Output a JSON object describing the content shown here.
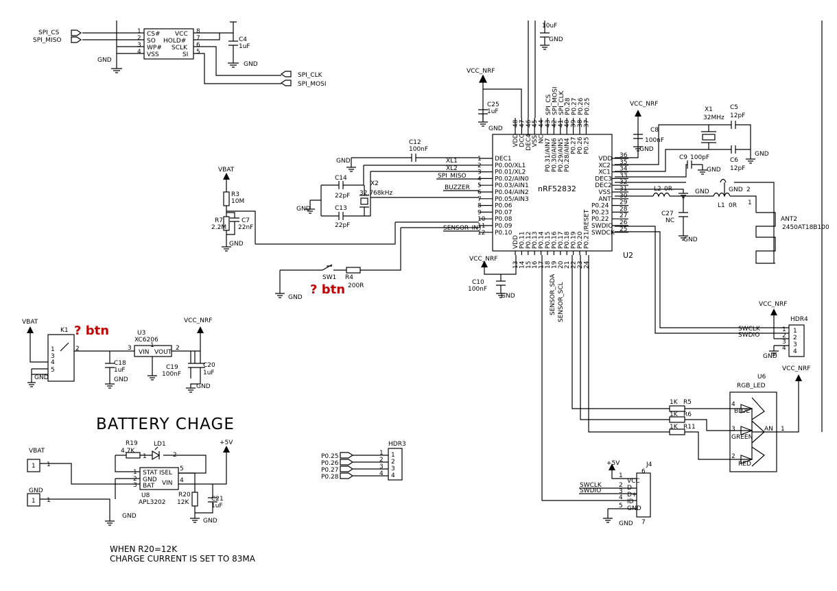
{
  "flash": {
    "pins_left": [
      "CS#",
      "SO",
      "WP#",
      "VSS"
    ],
    "pins_right": [
      "VCC",
      "HOLD#",
      "SCLK",
      "SI"
    ],
    "nums_left": [
      "1",
      "2",
      "3",
      "4"
    ],
    "nums_right": [
      "8",
      "7",
      "6",
      "5"
    ],
    "net_cs": "SPI_CS",
    "net_miso": "SPI_MISO",
    "net_clk": "SPI_CLK",
    "net_mosi": "SPI_MOSI",
    "gnd": "GND",
    "c4": "C4",
    "c4_val": "1uF"
  },
  "top_cap": {
    "val": "10uF",
    "gnd": "GND"
  },
  "mcu": {
    "name": "nRF52832",
    "ref": "U2",
    "left_pins": [
      "DEC1",
      "P0.00/XL1",
      "P0.01/XL2",
      "P0.02/AIN0",
      "P0.03/AIN1",
      "P0.04/AIN2",
      "P0.05/AIN3",
      "P0.06",
      "P0.07",
      "P0.08",
      "P0.09",
      "P0.10"
    ],
    "left_nums": [
      "1",
      "2",
      "3",
      "4",
      "5",
      "6",
      "7",
      "8",
      "9",
      "10",
      "11",
      "12"
    ],
    "right_pins": [
      "VDD",
      "XC2",
      "XC1",
      "DEC3",
      "DEC2",
      "VSS",
      "ANT",
      "P0.24",
      "P0.23",
      "P0.22",
      "SWDIO",
      "SWDCK"
    ],
    "right_nums": [
      "36",
      "35",
      "34",
      "33",
      "32",
      "31",
      "30",
      "29",
      "28",
      "27",
      "26",
      "25"
    ],
    "top_pins": [
      "VDD",
      "DCC",
      "DEC4",
      "VSS",
      "NC",
      "P0.31/AIN7",
      "P0.30/AIN6",
      "P0.29/AIN5",
      "P0.28/AIN4",
      "P0.27",
      "P0.26",
      "P0.25"
    ],
    "top_nums": [
      "48",
      "47",
      "46",
      "45",
      "44",
      "43",
      "42",
      "41",
      "40",
      "39",
      "38",
      "37"
    ],
    "top_nets": [
      "SPI_CS",
      "SPI_MOSI",
      "SPI_CLK",
      "P0.28",
      "P0.27",
      "P0.26",
      "P0.25"
    ],
    "bottom_pins": [
      "VDD",
      "P0.11",
      "P0.12",
      "P0.13",
      "P0.14",
      "P0.15",
      "P0.16",
      "P0.17",
      "P0.18",
      "P0.19",
      "P0.20",
      "P0.21/RESET"
    ],
    "bottom_nums": [
      "13",
      "14",
      "15",
      "16",
      "17",
      "18",
      "19",
      "20",
      "21",
      "22",
      "23",
      "24"
    ],
    "bottom_nets": [
      "SENSOR_SDA",
      "SENSOR_SCL"
    ],
    "left_nets": [
      "XL1",
      "XL2",
      "SPI_MISO",
      "BUZZER",
      "SENSOR_INT"
    ]
  },
  "vcc_nrf": "VCC_NRF",
  "vbat": "VBAT",
  "gnd": "GND",
  "caps": {
    "c25": "C25",
    "c25_val": "1uF",
    "c12": "C12",
    "c12_val": "100nF",
    "c14": "C14",
    "c14_val": "22pF",
    "c13": "C13",
    "c13_val": "22pF",
    "c7": "C7",
    "c7_val": "22nF",
    "c10": "C10",
    "c10_val": "100nF",
    "c8": "C8",
    "c8_val": "100nF",
    "c9": "C9",
    "c9_val": "100pF",
    "c5": "C5",
    "c5_val": "12pF",
    "c6": "C6",
    "c6_val": "12pF",
    "c27": "C27",
    "c27_val": "NC",
    "c18": "C18",
    "c18_val": "1uF",
    "c19": "C19",
    "c19_val": "100nF",
    "c20": "C20",
    "c20_val": "1uF",
    "c21": "C21",
    "c21_val": "1uF"
  },
  "crystals": {
    "x1": "X1",
    "x1_val": "32MHz",
    "x2": "X2",
    "x2_val": "32.768kHz"
  },
  "resistors": {
    "r3": "R3",
    "r3_val": "10M",
    "r7": "R7",
    "r7_val": "2.2M",
    "r4": "R4",
    "r4_val": "200R",
    "r5": "R5",
    "r5_val": "1K",
    "r6": "R6",
    "r6_val": "1K",
    "r11": "R11",
    "r11_val": "1K",
    "r19": "R19",
    "r19_val": "4.7K",
    "r20": "R20",
    "r20_val": "12K"
  },
  "inductors": {
    "l2": "L2",
    "l2_val": "0R",
    "l1": "L1",
    "l1_val": "0R"
  },
  "antenna": {
    "ref": "ANT2",
    "part": "2450AT18B100",
    "pin1": "1",
    "pin2": "2"
  },
  "button": {
    "ref": "SW1",
    "note": "? btn"
  },
  "k1": {
    "ref": "K1",
    "note": "? btn",
    "pins": [
      "1",
      "2",
      "3",
      "4",
      "5"
    ]
  },
  "reg": {
    "ref": "U3",
    "part": "XC6206",
    "vin": "VIN",
    "vout": "VOUT",
    "pin3": "3",
    "pin2": "2",
    "pin1": "1"
  },
  "hdr4": {
    "ref": "HDR4",
    "nets": [
      "SWCLK",
      "SWDIO"
    ],
    "nums": [
      "1",
      "2",
      "3",
      "4"
    ]
  },
  "led": {
    "ref": "U6",
    "part": "RGB_LED",
    "colors": [
      "BLUE",
      "GREEN",
      "RED"
    ],
    "an": "AN",
    "nums": [
      "4",
      "3",
      "2",
      "1"
    ]
  },
  "j4": {
    "ref": "J4",
    "pins": [
      "VCC",
      "D-",
      "D+",
      "ID",
      "GND"
    ],
    "nums": [
      "1",
      "2",
      "3",
      "4",
      "5"
    ],
    "nets": [
      "SWCLK",
      "SWDIO"
    ],
    "top": "6",
    "bot": "7"
  },
  "plus5v": "+5V",
  "charger": {
    "title": "BATTERY CHAGE",
    "ref": "U8",
    "part": "APL3202",
    "pins_left": [
      "STAT",
      "GND",
      "BAT"
    ],
    "pins_right": [
      "ISEL",
      "VIN"
    ],
    "nums_left": [
      "1",
      "2",
      "3"
    ],
    "nums_right": [
      "5",
      "4"
    ],
    "led": "LD1",
    "led_pins": [
      "1",
      "2"
    ],
    "vbat_conn": "VBAT",
    "gnd_conn": "GND",
    "conn_pin": "1",
    "note1": "WHEN R20=12K",
    "note2": "CHARGE CURRENT IS SET TO 83MA"
  },
  "hdr3": {
    "ref": "HDR3",
    "nets": [
      "P0.25",
      "P0.26",
      "P0.27",
      "P0.28"
    ],
    "nums": [
      "1",
      "2",
      "3",
      "4"
    ]
  }
}
